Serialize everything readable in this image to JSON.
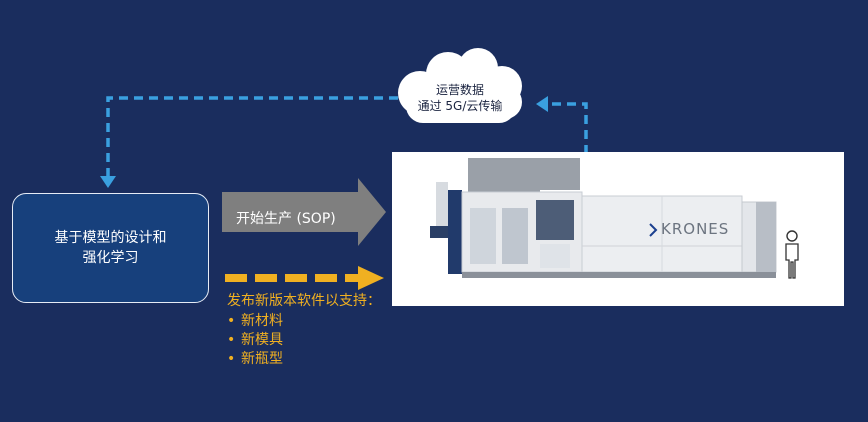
{
  "source_box": {
    "line1": "基于模型的设计和",
    "line2": "强化学习"
  },
  "cloud": {
    "line1": "运营数据",
    "line2": "通过 5G/云传输"
  },
  "sop_arrow": {
    "label": "开始生产 (SOP)"
  },
  "release_notes": {
    "title": "发布新版本软件以支持：",
    "items": [
      "新材料",
      "新模具",
      "新瓶型"
    ]
  },
  "machine": {
    "brand": "KRONES"
  },
  "colors": {
    "background": "#1a2d5e",
    "data_flow": "#3aa0e0",
    "release_arrow": "#f0b021",
    "sop_arrow": "#7f7f7f"
  }
}
